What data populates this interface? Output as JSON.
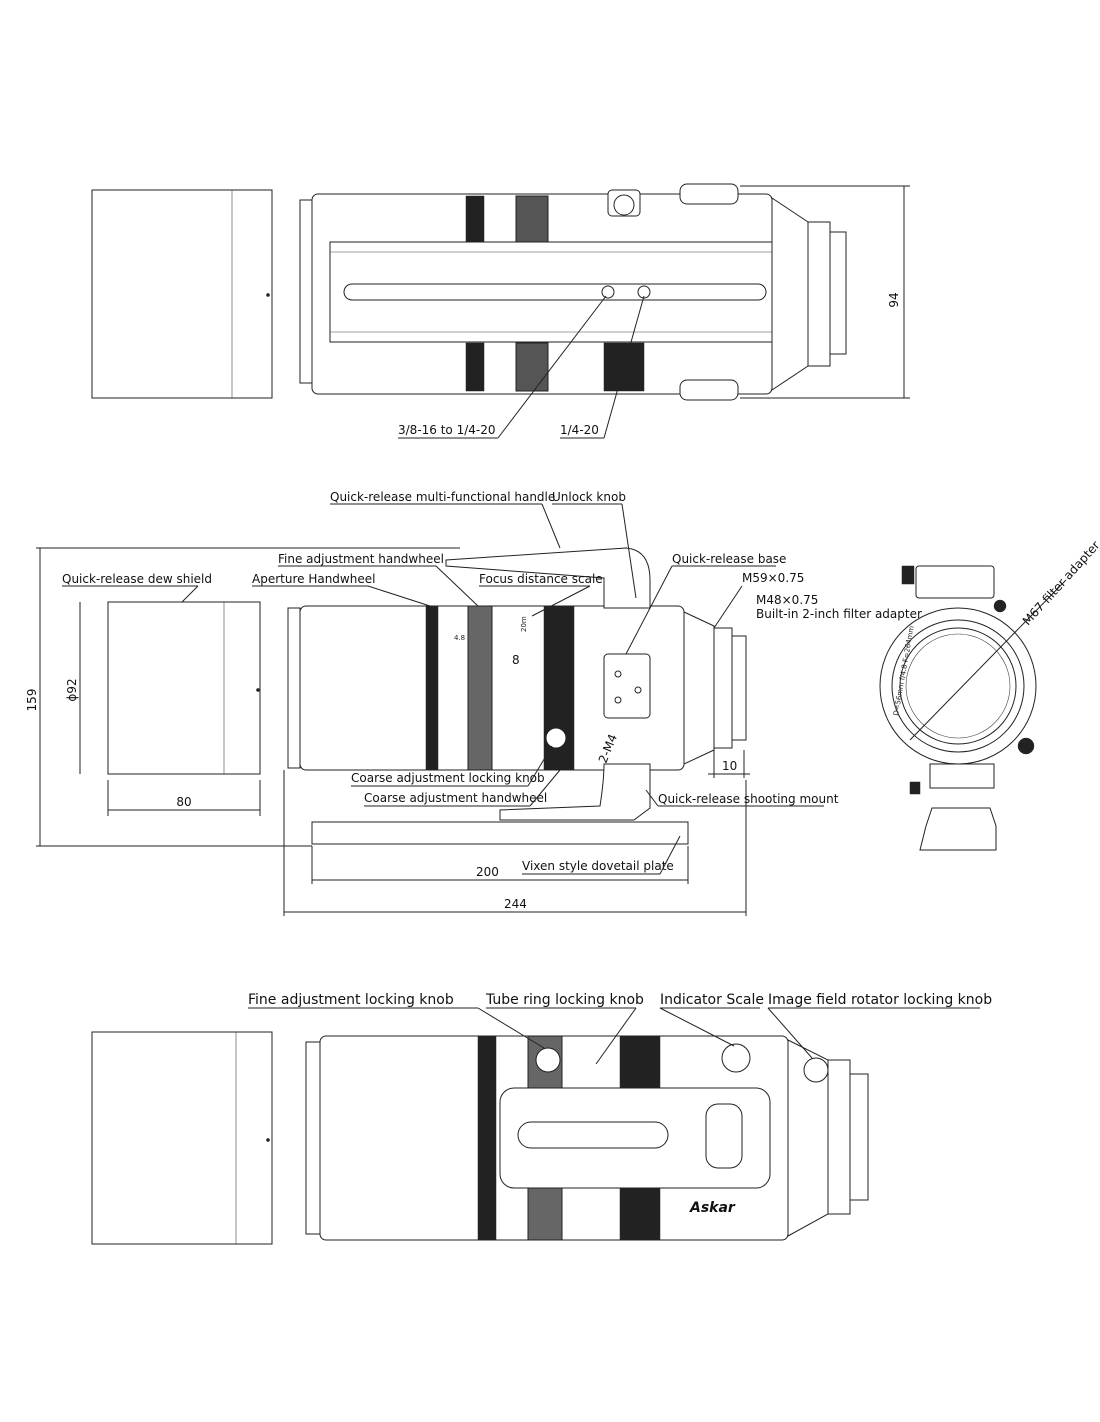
{
  "colors": {
    "line": "#222222",
    "background": "#ffffff",
    "dark_ring": "#222222"
  },
  "top_view": {
    "dim_height": "94",
    "callout_left": "3/8-16 to 1/4-20",
    "callout_right": "1/4-20"
  },
  "side_view": {
    "labels": {
      "handle": "Quick-release multi-functional handle",
      "unlock_knob": "Unlock knob",
      "fine_handwheel": "Fine adjustment handwheel",
      "qr_base": "Quick-release base",
      "dew_shield": "Quick-release dew shield",
      "aperture_handwheel": "Aperture Handwheel",
      "focus_scale": "Focus distance scale",
      "m59": "M59×0.75",
      "m48": "M48×0.75",
      "filter_adapter": "Built-in 2-inch filter adapter",
      "coarse_lock": "Coarse adjustment locking knob",
      "coarse_handwheel": "Coarse adjustment handwheel",
      "shooting_mount": "Quick-release shooting mount",
      "dovetail": "Vixen style dovetail plate",
      "m4": "2-M4",
      "m67": "M67 filter adapter"
    },
    "dims": {
      "overall_height": "159",
      "diameter": "ϕ92",
      "shield_length": "80",
      "backfocus": "10",
      "plate_length": "200",
      "overall_length": "244"
    },
    "tube_text": {
      "scale_8": "8",
      "scale_48": "4.8",
      "scale_20m": "20m"
    },
    "front_ring_text": "D=56mm  f/4.8  F=264mm"
  },
  "bottom_view": {
    "labels": {
      "fine_lock": "Fine adjustment locking knob",
      "tube_ring_lock": "Tube ring locking knob",
      "indicator_scale": "Indicator Scale",
      "rotator_lock": "Image field rotator locking knob"
    },
    "brand": "Askar"
  }
}
